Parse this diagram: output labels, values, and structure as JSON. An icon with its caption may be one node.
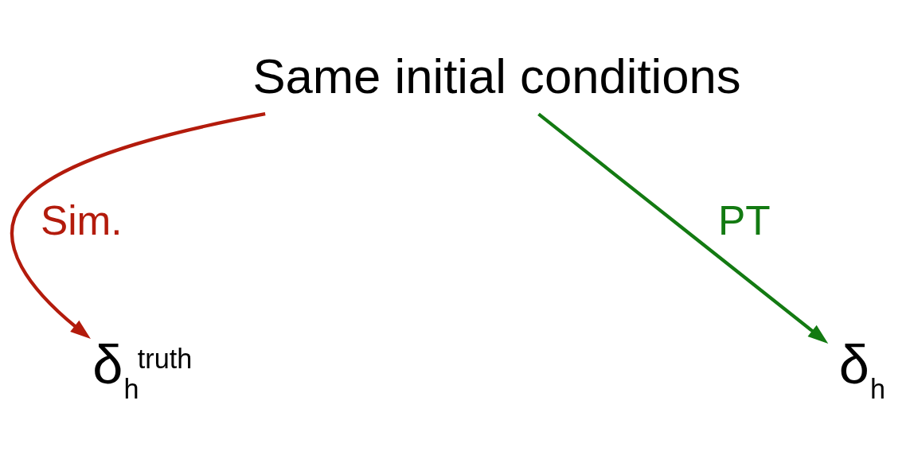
{
  "diagram": {
    "nodes": [
      {
        "text": [
          "Same initial conditions"
        ]
      },
      {
        "text": [
          "δ$_{h}$$^{truth}$"
        ]
      },
      {
        "text": [
          "δ$_{h}$"
        ]
      }
    ],
    "edges": [
      {
        "from": 0,
        "to": 1,
        "arrow": "to",
        "label": "Sim.",
        "color": "#b31b0c"
      },
      {
        "from": 0,
        "to": 2,
        "arrow": "to",
        "label": "PT",
        "color": "#137a12"
      }
    ]
  }
}
